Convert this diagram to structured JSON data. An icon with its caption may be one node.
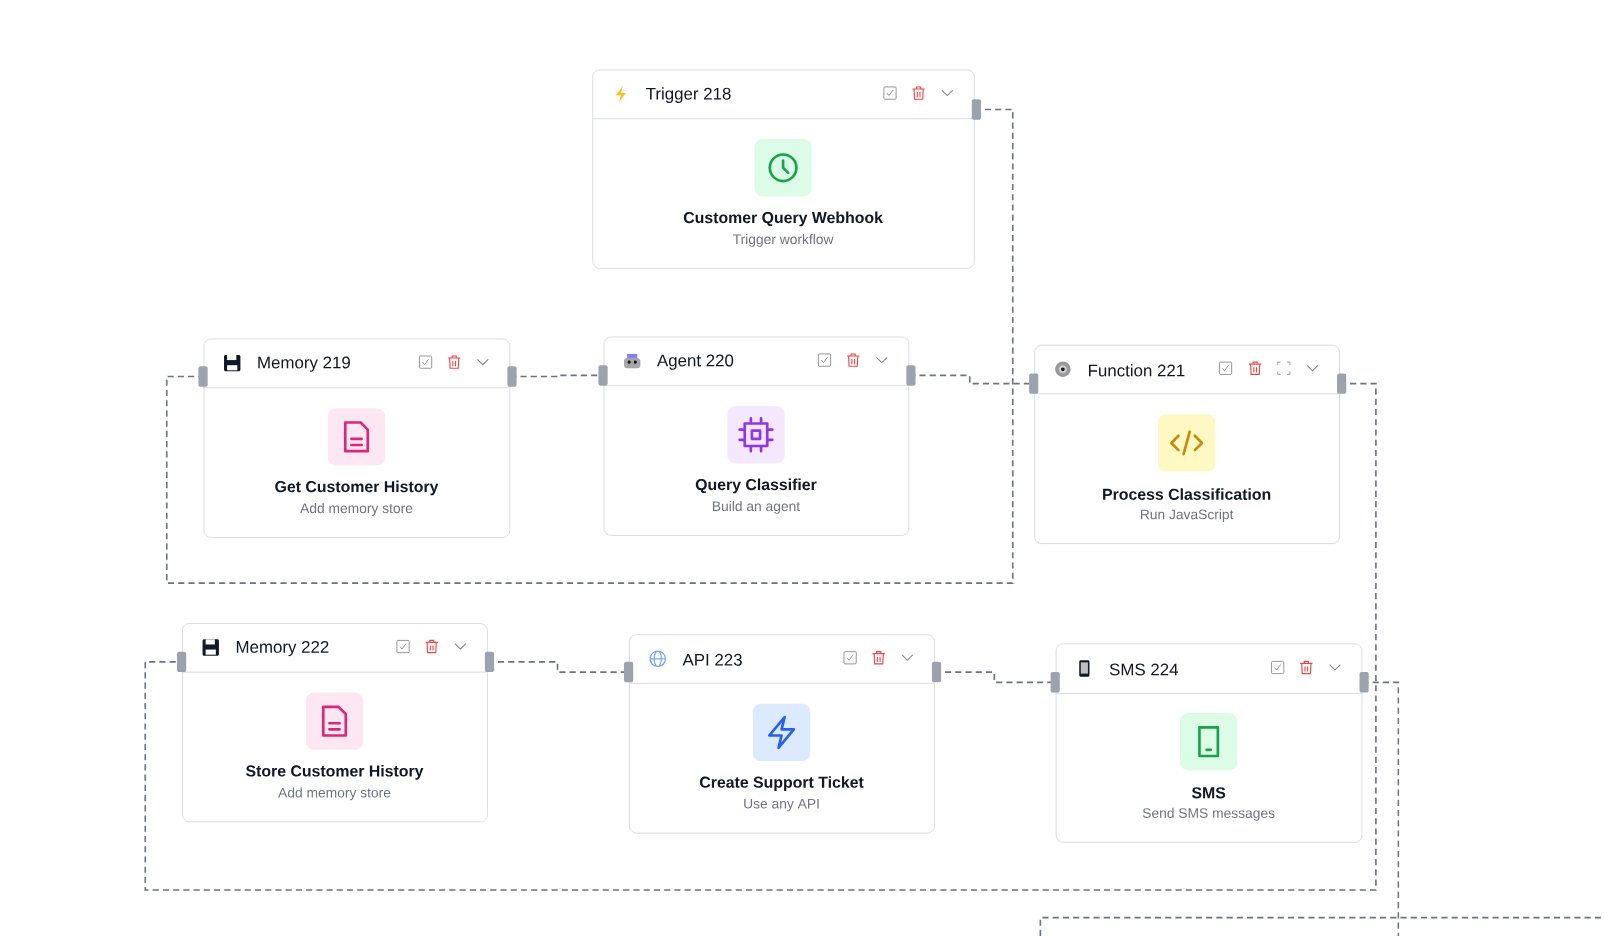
{
  "diagram": {
    "nodes": [
      {
        "text": [
          "Trigger 218",
          "Customer Query Webhook",
          "Trigger workflow"
        ]
      },
      {
        "text": [
          "Memory 219",
          "Get Customer History",
          "Add memory store"
        ]
      },
      {
        "text": [
          "Agent 220",
          "Query Classifier",
          "Build an agent"
        ]
      },
      {
        "text": [
          "Function 221",
          "Process Classification",
          "Run JavaScript"
        ]
      },
      {
        "text": [
          "Memory 222",
          "Store Customer History",
          "Add memory store"
        ]
      },
      {
        "text": [
          "API 223",
          "Create Support Ticket",
          "Use any API"
        ]
      },
      {
        "text": [
          "SMS 224",
          "SMS",
          "Send SMS messages"
        ]
      }
    ],
    "edges": [
      {
        "from": 0,
        "to": 1,
        "arrow": "none",
        "style": "dashed"
      },
      {
        "from": 1,
        "to": 2,
        "arrow": "none",
        "style": "dashed"
      },
      {
        "from": 2,
        "to": 3,
        "arrow": "none",
        "style": "dashed"
      },
      {
        "from": 3,
        "to": 4,
        "arrow": "none",
        "style": "dashed"
      },
      {
        "from": 4,
        "to": 5,
        "arrow": "none",
        "style": "dashed"
      },
      {
        "from": 5,
        "to": 6,
        "arrow": "none",
        "style": "dashed"
      },
      {
        "from": 6,
        "to": null,
        "arrow": "none",
        "style": "dashed"
      }
    ]
  }
}
